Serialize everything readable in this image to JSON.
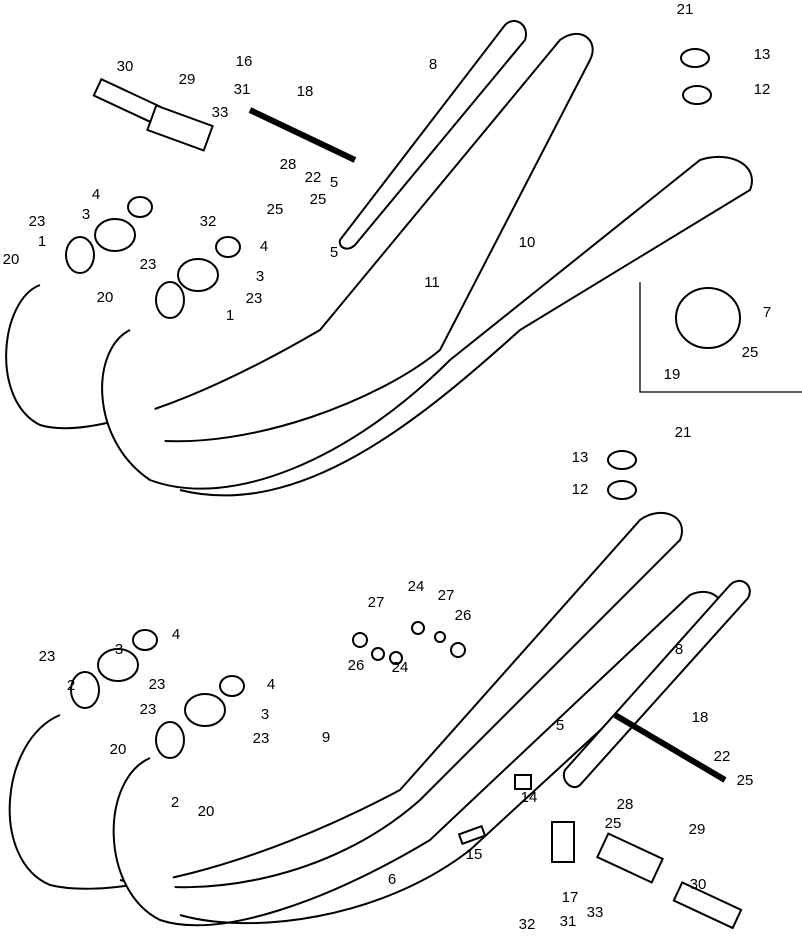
{
  "diagram": {
    "type": "exploded parts diagram",
    "line_color": "#000000",
    "background": "#ffffff",
    "top_labels": [
      "30",
      "29",
      "16",
      "31",
      "18",
      "8",
      "21",
      "13",
      "12",
      "33",
      "28",
      "22",
      "5",
      "25",
      "25",
      "32",
      "4",
      "3",
      "23",
      "1",
      "20",
      "23",
      "4",
      "3",
      "20",
      "23",
      "1",
      "5",
      "11",
      "10",
      "7",
      "25",
      "19",
      "21",
      "13",
      "12"
    ],
    "bottom_labels": [
      "27",
      "24",
      "27",
      "26",
      "26",
      "24",
      "4",
      "3",
      "23",
      "2",
      "23",
      "4",
      "23",
      "3",
      "23",
      "20",
      "2",
      "20",
      "9",
      "5",
      "8",
      "18",
      "22",
      "25",
      "14",
      "28",
      "25",
      "29",
      "15",
      "6",
      "17",
      "33",
      "31",
      "32",
      "30"
    ]
  }
}
